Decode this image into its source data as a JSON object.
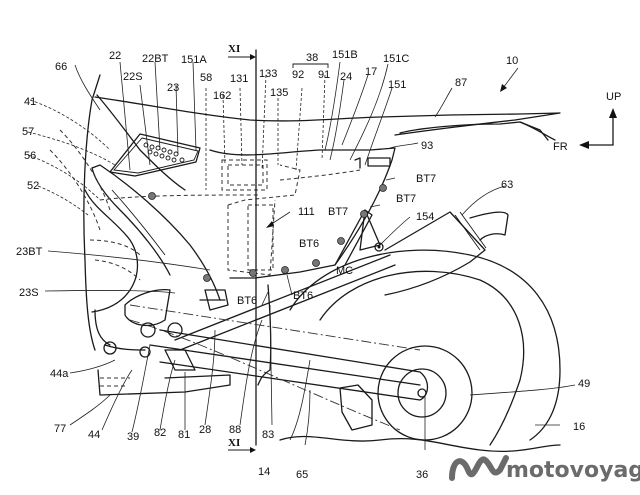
{
  "figure": {
    "type": "patent-drawing",
    "subject": "motorcycle left side view",
    "section_marker": "XI",
    "directions": {
      "up": "UP",
      "front": "FR"
    }
  },
  "labels": {
    "l10": "10",
    "l87": "87",
    "l151C": "151C",
    "l151B": "151B",
    "l38": "38",
    "l92": "92",
    "l91": "91",
    "l24": "24",
    "l17": "17",
    "l151": "151",
    "l133": "133",
    "l135": "135",
    "l131": "131",
    "l162": "162",
    "l58": "58",
    "l151A": "151A",
    "l22BT": "22BT",
    "l22": "22",
    "l22S": "22S",
    "l23": "23",
    "l66": "66",
    "l41": "41",
    "l57": "57",
    "l56": "56",
    "l52": "52",
    "l23BT": "23BT",
    "l23S": "23S",
    "l44a": "44a",
    "l77": "77",
    "l44": "44",
    "l39": "39",
    "l82": "82",
    "l81": "81",
    "l28": "28",
    "l88": "88",
    "l83": "83",
    "l14": "14",
    "l65": "65",
    "l36": "36",
    "l16": "16",
    "l49": "49",
    "l63": "63",
    "l154": "154",
    "l93": "93",
    "lBT7a": "BT7",
    "lBT7b": "BT7",
    "lBT7c": "BT7",
    "l111": "111",
    "lBT6a": "BT6",
    "lBT6b": "BT6",
    "lBT6c": "BT6",
    "lMC": "MC"
  },
  "watermark": {
    "text": "motovoyager",
    "color": "#6b6b6b"
  }
}
